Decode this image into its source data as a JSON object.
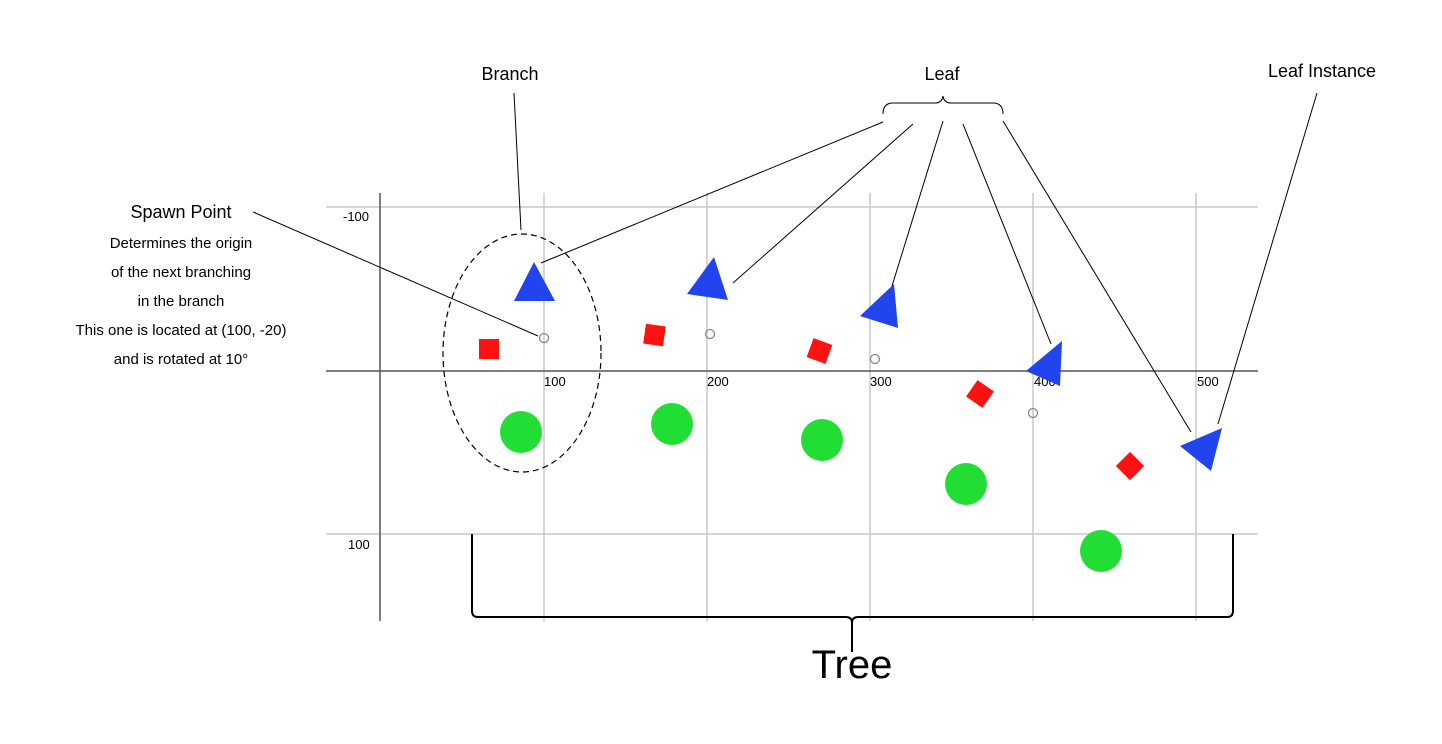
{
  "labels": {
    "branch": "Branch",
    "leaf": "Leaf",
    "leaf_instance": "Leaf Instance",
    "spawn_point": "Spawn Point",
    "spawn_desc": [
      "Determines the origin",
      "of the next branching",
      "in the branch",
      "This one is located at (100, -20)",
      "and is rotated at 10°"
    ],
    "tree": "Tree"
  },
  "axis": {
    "x_ticks": [
      "100",
      "200",
      "300",
      "400",
      "500"
    ],
    "y_ticks": [
      "-100",
      "100"
    ]
  },
  "colors": {
    "leaf": "#2244ee",
    "spawn_square": "#ff1111",
    "fruit": "#22dd33",
    "spawn_point": "#888888"
  }
}
